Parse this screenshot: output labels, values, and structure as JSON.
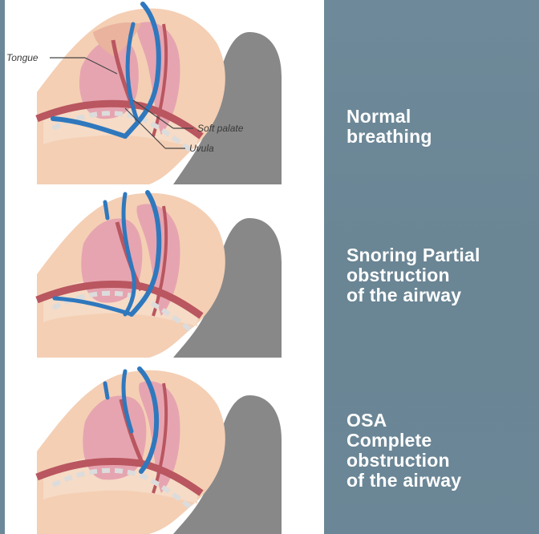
{
  "diagram": {
    "panel1_labels": {
      "tongue": "Tongue",
      "soft_palate": "Soft palate",
      "uvula": "Uvula"
    },
    "captions": [
      {
        "lines": [
          "Normal",
          "breathing"
        ]
      },
      {
        "lines": [
          "Snoring Partial",
          "obstruction",
          "of the airway"
        ]
      },
      {
        "lines": [
          "OSA",
          "Complete",
          "obstruction",
          "of the airway"
        ]
      }
    ]
  },
  "colors": {
    "background": "#6d8898",
    "skin": "#f4cfb4",
    "tissue": "#e6a4b0",
    "muscle": "#b9565f",
    "pillow": "#888888",
    "airflow": "#2f78bd"
  }
}
